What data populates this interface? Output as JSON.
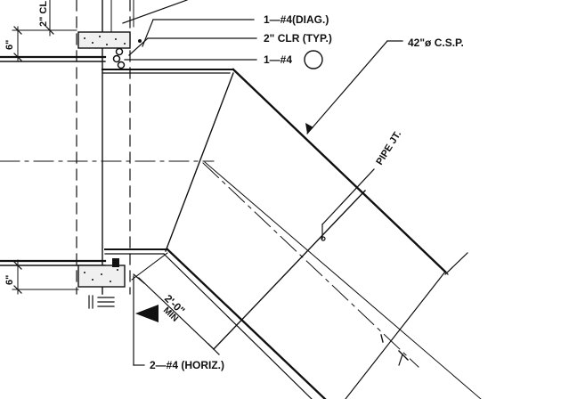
{
  "labels": {
    "diag_bar": "1—#4(DIAG.)",
    "clear_cover": "2\" CLR  (TYP.)",
    "single_bar": "1—#4",
    "pipe": "42\"ø  C.S.P.",
    "pipe_joint": "PIPE JT.",
    "horiz_bar": "2—#4  (HORIZ.)",
    "min_len": "2'-0\"",
    "min_word": "MIN",
    "cover_left_top": "2\" CL",
    "dim_top": "6\"",
    "dim_bottom": "6\""
  },
  "colors": {
    "ink": "#111111",
    "paper": "#ffffff"
  }
}
